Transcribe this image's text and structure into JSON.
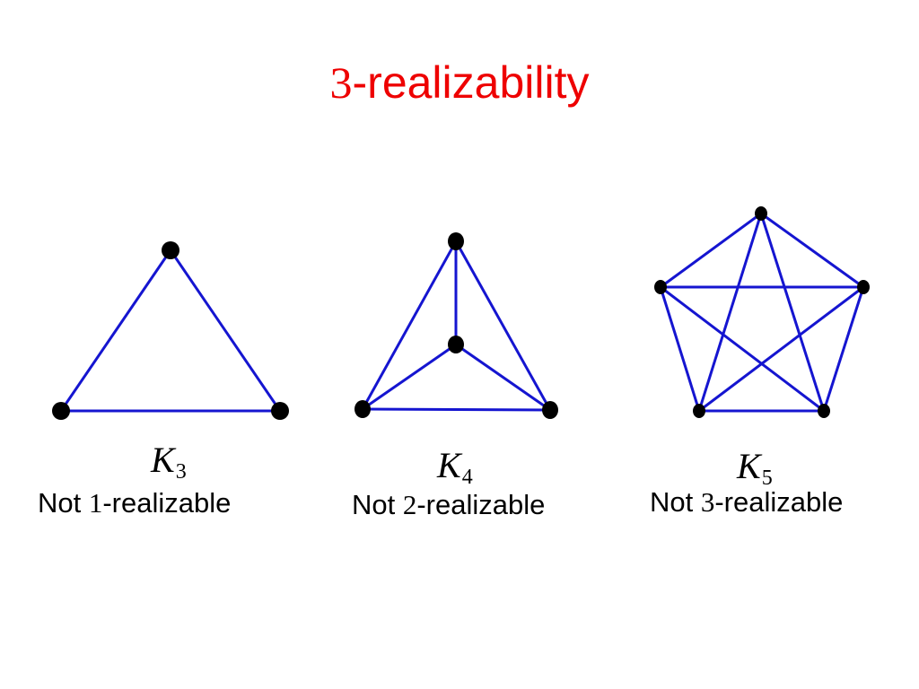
{
  "title": {
    "number": "3",
    "text": "-realizability",
    "color": "#ee0000"
  },
  "colors": {
    "edge": "#1515d0",
    "vertex": "#000000"
  },
  "graphs": [
    {
      "name": "K",
      "subscript": "3",
      "caption": {
        "prefix": "Not ",
        "number": "1",
        "suffix": "-realizable"
      },
      "vertices": 3,
      "edges": [
        [
          0,
          1
        ],
        [
          1,
          2
        ],
        [
          2,
          0
        ]
      ]
    },
    {
      "name": "K",
      "subscript": "4",
      "caption": {
        "prefix": "Not ",
        "number": "2",
        "suffix": "-realizable"
      },
      "vertices": 4,
      "edges": [
        [
          0,
          1
        ],
        [
          0,
          2
        ],
        [
          0,
          3
        ],
        [
          1,
          2
        ],
        [
          1,
          3
        ],
        [
          2,
          3
        ]
      ]
    },
    {
      "name": "K",
      "subscript": "5",
      "caption": {
        "prefix": "Not ",
        "number": "3",
        "suffix": "-realizable"
      },
      "vertices": 5,
      "edges": [
        [
          0,
          1
        ],
        [
          0,
          2
        ],
        [
          0,
          3
        ],
        [
          0,
          4
        ],
        [
          1,
          2
        ],
        [
          1,
          3
        ],
        [
          1,
          4
        ],
        [
          2,
          3
        ],
        [
          2,
          4
        ],
        [
          3,
          4
        ]
      ]
    }
  ]
}
